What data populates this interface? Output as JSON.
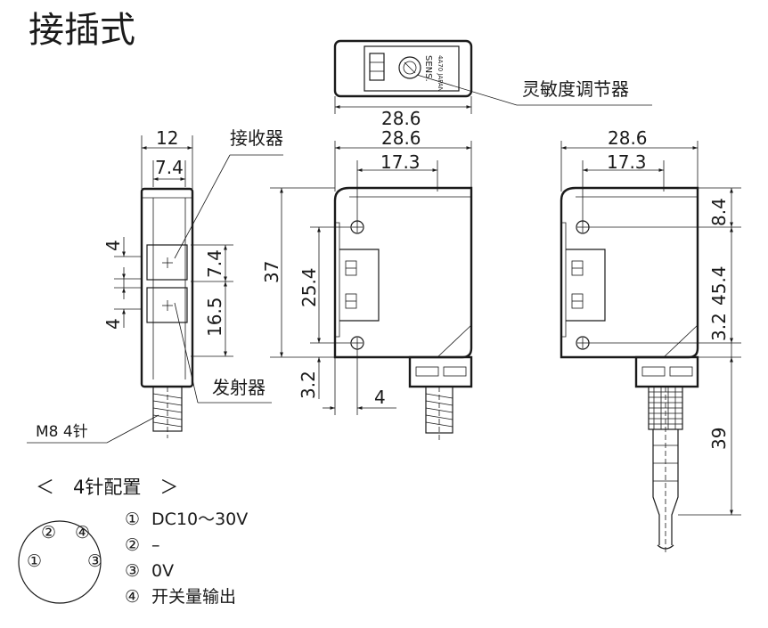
{
  "title": "接插式",
  "labels": {
    "sens_adjuster": "灵敏度调节器",
    "receiver": "接收器",
    "emitter": "发射器",
    "connector": "M8 4针",
    "knob_text_1": "SENS.",
    "knob_text_2": "4A70 JAPAN"
  },
  "dimensions": {
    "top_width": "28.6",
    "front_width": "28.6",
    "front_offset": "17.3",
    "front_height": "37",
    "front_hole_pitch": "25.4",
    "front_bottom_offset": "3.2",
    "front_hole_x": "4",
    "side_width": "12",
    "side_inner": "7.4",
    "side_upper_gap": "4",
    "side_lower_gap": "4",
    "side_receiver_size": "7.4",
    "side_emitter_size": "16.5",
    "right_width": "28.6",
    "right_offset": "17.3",
    "right_top": "8.4",
    "right_pitch": "45.4",
    "right_lower": "3.2",
    "right_cable": "39"
  },
  "pin_config": {
    "heading": "＜　4针配置　＞",
    "pins": [
      {
        "num": "①",
        "desc": "DC10～30V"
      },
      {
        "num": "②",
        "desc": "–"
      },
      {
        "num": "③",
        "desc": "0V"
      },
      {
        "num": "④",
        "desc": "开关量输出"
      }
    ],
    "diagram_numbers": [
      "①",
      "②",
      "③",
      "④"
    ]
  }
}
